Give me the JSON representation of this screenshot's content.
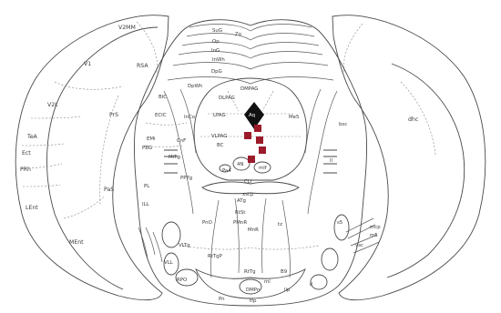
{
  "colors": {
    "marker": "#9b1b2b",
    "aqueduct": "#111111",
    "outline": "#4a4a4a"
  },
  "labels": {
    "V2MM": "V2MM",
    "V1": "V1",
    "RSA": "RSA",
    "V2L": "V2L",
    "PrS": "PrS",
    "TeA": "TeA",
    "Ect": "Ect",
    "PRh": "PRh",
    "PaS": "PaS",
    "LEnt": "LEnt",
    "MEnt": "MEnt",
    "SuG": "SuG",
    "Zo": "Zo",
    "Op": "Op",
    "InG": "InG",
    "InWh": "InWh",
    "DpG": "DpG",
    "DpWh": "DpWh",
    "DMPAG": "DMPAG",
    "DLPAG": "DLPAG",
    "LPAG": "LPAG",
    "Aq": "Aq",
    "Me5": "Me5",
    "BIC": "BIC",
    "ECIC": "ECIC",
    "InCo": "InCo",
    "CnF": "CnF",
    "EMi": "EMi",
    "PBG": "PBG",
    "MiTg": "MiTg",
    "VLPAG": "VLPAG",
    "BC": "BC",
    "4N": "4N",
    "Pa4": "Pa4",
    "mlf": "mlf",
    "CLi": "CLi",
    "xscp": "xscp",
    "PPTg": "PPTg",
    "PL": "PL",
    "ILL": "ILL",
    "ATg": "ATg",
    "RtSt": "RtSt",
    "PMnR": "PMnR",
    "MnR": "MnR",
    "tz": "tz",
    "PnO": "PnO",
    "VLTg": "VLTg",
    "VLL": "VLL",
    "RtTgP": "RtTgP",
    "RPO": "RPO",
    "RtTg": "RtTg",
    "Pn": "Pn",
    "DMPn": "DMPn",
    "tfp": "tfp",
    "B9": "B9",
    "ml": "ml",
    "llp": "llp",
    "ll": "ll",
    "bsc": "bsc",
    "dhc": "dhc",
    "lll": "ll",
    "m5": "m5",
    "mcp": "mcp",
    "vsc": "vsc",
    "s5": "s5"
  },
  "markers": [
    {
      "id": "m1"
    },
    {
      "id": "m2"
    },
    {
      "id": "m3"
    },
    {
      "id": "m4"
    },
    {
      "id": "m5"
    }
  ]
}
